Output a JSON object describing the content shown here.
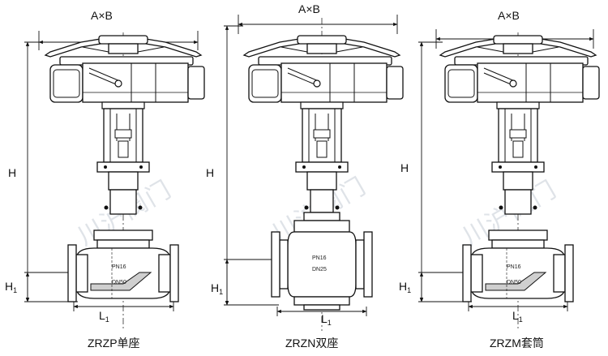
{
  "diagram": {
    "watermark": "川沪阀门",
    "common": {
      "width_label": "A×B",
      "height_label": "H"
    },
    "valves": [
      {
        "key": "zrzp",
        "caption": "ZRZP单座",
        "pn_label": "PN16",
        "dn_label": "DN50",
        "h1_main": "H",
        "h1_sub": "1",
        "l1_main": "L",
        "l1_sub": "1"
      },
      {
        "key": "zrzn",
        "caption": "ZRZN双座",
        "pn_label": "PN16",
        "dn_label": "DN25",
        "h1_main": "H",
        "h1_sub": "1",
        "l1_main": "L",
        "l1_sub": "1"
      },
      {
        "key": "zrzm",
        "caption": "ZRZM套筒",
        "pn_label": "PN16",
        "dn_label": "DN50",
        "h1_main": "H",
        "h1_sub": "1",
        "l1_main": "L",
        "l1_sub": "1"
      }
    ]
  }
}
